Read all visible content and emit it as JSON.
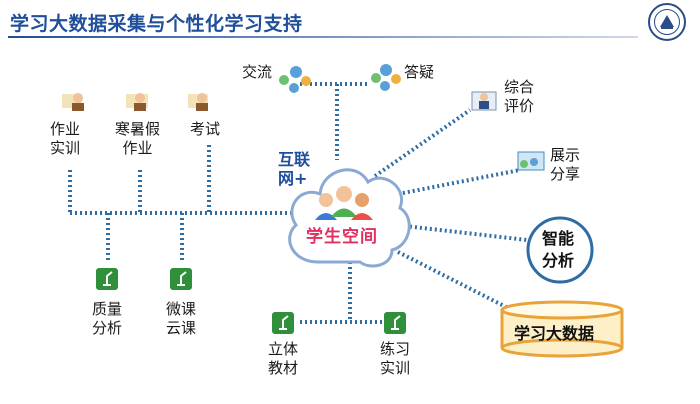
{
  "header": {
    "title": "学习大数据采集与个性化学习支持"
  },
  "center": {
    "line1": "互联",
    "line2": "网+",
    "cloud_label": "学生空间"
  },
  "nodes": {
    "homework_line1": "作业",
    "homework_line2": "实训",
    "holiday_line1": "寒暑假",
    "holiday_line2": "作业",
    "exam": "考试",
    "exchange": "交流",
    "qa": "答疑",
    "eval_line1": "综合",
    "eval_line2": "评价",
    "show_line1": "展示",
    "show_line2": "分享",
    "smart_line1": "智能",
    "smart_line2": "分析",
    "bigdata": "学习大数据",
    "quality_line1": "质量",
    "quality_line2": "分析",
    "micro_line1": "微课",
    "micro_line2": "云课",
    "textbook_line1": "立体",
    "textbook_line2": "教材",
    "practice_line1": "练习",
    "practice_line2": "实训"
  },
  "colors": {
    "title": "#1f4e9a",
    "connector": "#2e6da4",
    "cloud_text": "#e03060",
    "db_border": "#e8a33c",
    "db_fill": "#fdf0c8",
    "circle_border": "#2e6da4",
    "green_icon": "#2f8f3a"
  }
}
